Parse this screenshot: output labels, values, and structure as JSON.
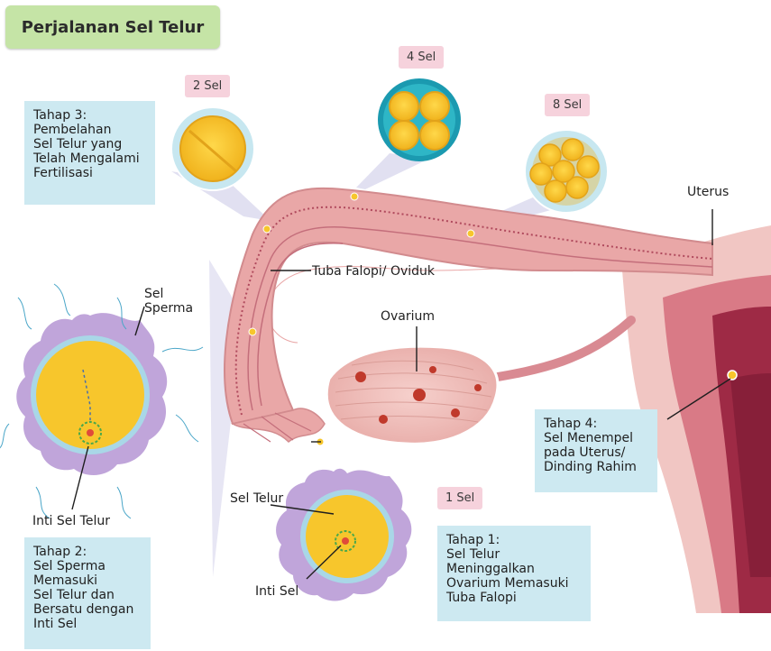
{
  "title": "Perjalanan Sel Telur",
  "cell_stages": {
    "one": "1 Sel",
    "two": "2 Sel",
    "four": "4 Sel",
    "eight": "8 Sel"
  },
  "labels": {
    "uterus": "Uterus",
    "tuba": "Tuba Falopi/ Oviduk",
    "ovarium": "Ovarium",
    "sperma": "Sel\nSperma",
    "inti_sel_telur": "Inti Sel Telur",
    "sel_telur": "Sel Telur",
    "inti_sel": "Inti Sel"
  },
  "stages": {
    "tahap1": "Tahap 1:\nSel Telur\nMeninggalkan\nOvarium Memasuki\nTuba Falopi",
    "tahap2": "Tahap 2:\nSel Sperma\nMemasuki\nSel Telur dan\nBersatu dengan\nInti Sel",
    "tahap3": "Tahap 3:\nPembelahan\nSel Telur yang\nTelah Mengalami\nFertilisasi",
    "tahap4": "Tahap 4:\nSel Menempel\npada Uterus/\nDinding Rahim"
  },
  "colors": {
    "title_bg": "#c5e4a6",
    "stage_box_bg": "#cde9f1",
    "cell_label_bg": "#f6d2dc",
    "egg_yellow": "#f7c62c",
    "tissue_pink": "#e9a7a7",
    "uterus_lining": "#9e2a45"
  }
}
